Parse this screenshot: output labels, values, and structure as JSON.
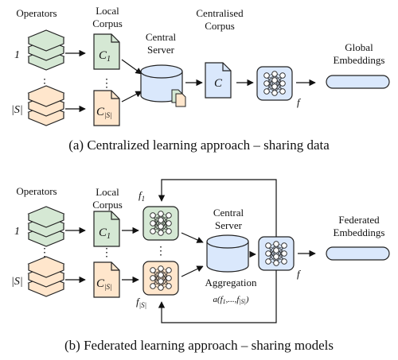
{
  "panel_a": {
    "operators_label": "Operators",
    "local_corpus_line1": "Local",
    "local_corpus_line2": "Corpus",
    "op_first": "1",
    "op_last": "|S|",
    "corpus_first_main": "C",
    "corpus_first_sub": "1",
    "corpus_last_main": "C",
    "corpus_last_sub": "|S|",
    "dots": "⋮",
    "server_line1": "Central",
    "server_line2": "Server",
    "central_corpus_line1": "Centralised",
    "central_corpus_line2": "Corpus",
    "central_corpus_doc": "C",
    "model_label": "f",
    "embed_line1": "Global",
    "embed_line2": "Embeddings",
    "caption": "(a) Centralized learning approach – sharing data"
  },
  "panel_b": {
    "operators_label": "Operators",
    "local_corpus_line1": "Local",
    "local_corpus_line2": "Corpus",
    "op_first": "1",
    "op_last": "|S|",
    "corpus_first_main": "C",
    "corpus_first_sub": "1",
    "corpus_last_main": "C",
    "corpus_last_sub": "|S|",
    "dots": "⋮",
    "model_first_main": "f",
    "model_first_sub": "1",
    "model_last_main": "f",
    "model_last_sub": "|S|",
    "server_line1": "Central",
    "server_line2": "Server",
    "aggregation_label": "Aggregation",
    "aggregation_formula": "a(f1,...,f|S|)",
    "model_label": "f",
    "embed_line1": "Federated",
    "embed_line2": "Embeddings",
    "caption": "(b) Federated learning approach – sharing models"
  },
  "colors": {
    "green_fill": "#d5e8d4",
    "orange_fill": "#ffe6cc",
    "blue_fill": "#dae8fc",
    "stroke": "#222222"
  }
}
